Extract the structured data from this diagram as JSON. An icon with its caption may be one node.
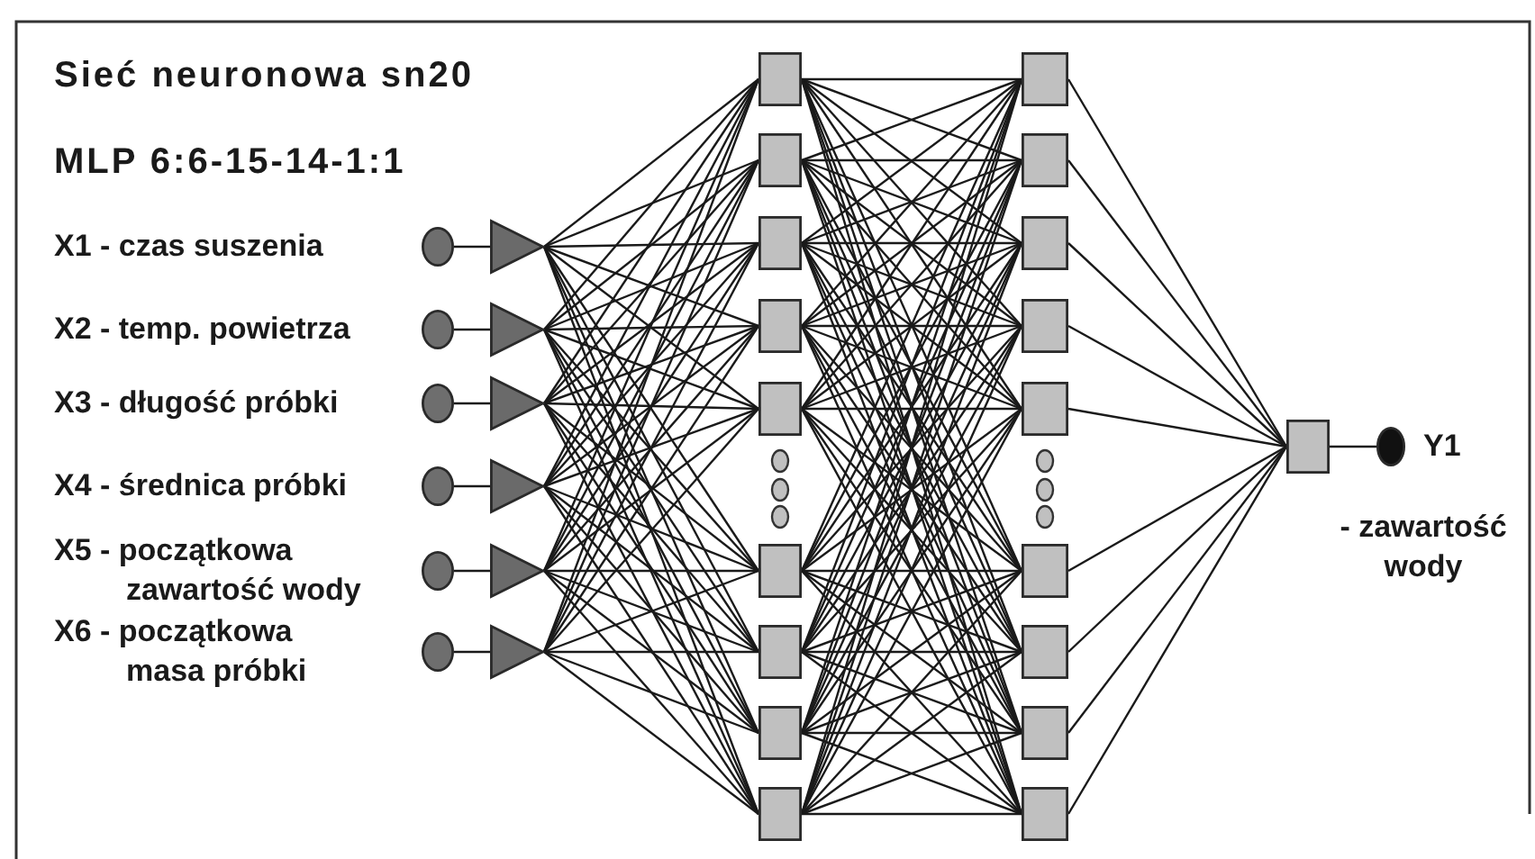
{
  "diagram": {
    "title": "Sieć neuronowa sn20",
    "nodes": [
      {
        "text": [],
        "shape": "circle",
        "beside": [
          "X1 - czas suszenia"
        ]
      },
      {
        "text": [],
        "shape": "circle",
        "beside": [
          "X2 - temp. powietrza"
        ]
      },
      {
        "text": [],
        "shape": "circle",
        "beside": [
          "X3 - długość próbki"
        ]
      },
      {
        "text": [],
        "shape": "circle",
        "beside": [
          "X4 - średnica próbki"
        ]
      },
      {
        "text": [],
        "shape": "circle",
        "beside": [
          "X5 - początkowa zawartość wody"
        ]
      },
      {
        "text": [],
        "shape": "circle",
        "beside": [
          "X6 - początkowa masa próbki"
        ]
      },
      {
        "text": [],
        "shape": "triangle"
      },
      {
        "text": [],
        "shape": "triangle"
      },
      {
        "text": [],
        "shape": "triangle"
      },
      {
        "text": [],
        "shape": "triangle"
      },
      {
        "text": [],
        "shape": "triangle"
      },
      {
        "text": [],
        "shape": "triangle"
      },
      {
        "text": [],
        "shape": "box"
      },
      {
        "text": [],
        "shape": "box"
      },
      {
        "text": [],
        "shape": "box"
      },
      {
        "text": [],
        "shape": "box"
      },
      {
        "text": [],
        "shape": "box"
      },
      {
        "text": [],
        "shape": "box"
      },
      {
        "text": [],
        "shape": "box"
      },
      {
        "text": [],
        "shape": "box"
      },
      {
        "text": [],
        "shape": "box"
      },
      {
        "text": [],
        "shape": "box"
      },
      {
        "text": [],
        "shape": "box"
      },
      {
        "text": [],
        "shape": "box"
      },
      {
        "text": [],
        "shape": "box"
      },
      {
        "text": [],
        "shape": "box"
      },
      {
        "text": [],
        "shape": "box"
      },
      {
        "text": [],
        "shape": "box"
      },
      {
        "text": [],
        "shape": "box"
      },
      {
        "text": [],
        "shape": "box"
      },
      {
        "text": [],
        "shape": "box"
      },
      {
        "text": [],
        "shape": "circle",
        "beside": [
          "Y1",
          "- zawartość wody"
        ]
      }
    ],
    "edges": [
      {
        "from": 0,
        "to": 6,
        "arrow": "none"
      },
      {
        "from": 1,
        "to": 7,
        "arrow": "none"
      },
      {
        "from": 2,
        "to": 8,
        "arrow": "none"
      },
      {
        "from": 3,
        "to": 9,
        "arrow": "none"
      },
      {
        "from": 4,
        "to": 10,
        "arrow": "none"
      },
      {
        "from": 5,
        "to": 11,
        "arrow": "none"
      },
      {
        "from": 6,
        "to": 12,
        "arrow": "none"
      },
      {
        "from": 6,
        "to": 13,
        "arrow": "none"
      },
      {
        "from": 6,
        "to": 14,
        "arrow": "none"
      },
      {
        "from": 6,
        "to": 15,
        "arrow": "none"
      },
      {
        "from": 6,
        "to": 16,
        "arrow": "none"
      },
      {
        "from": 6,
        "to": 17,
        "arrow": "none"
      },
      {
        "from": 6,
        "to": 18,
        "arrow": "none"
      },
      {
        "from": 6,
        "to": 19,
        "arrow": "none"
      },
      {
        "from": 6,
        "to": 20,
        "arrow": "none"
      },
      {
        "from": 7,
        "to": 12,
        "arrow": "none"
      },
      {
        "from": 7,
        "to": 13,
        "arrow": "none"
      },
      {
        "from": 7,
        "to": 14,
        "arrow": "none"
      },
      {
        "from": 7,
        "to": 15,
        "arrow": "none"
      },
      {
        "from": 7,
        "to": 16,
        "arrow": "none"
      },
      {
        "from": 7,
        "to": 17,
        "arrow": "none"
      },
      {
        "from": 7,
        "to": 18,
        "arrow": "none"
      },
      {
        "from": 7,
        "to": 19,
        "arrow": "none"
      },
      {
        "from": 7,
        "to": 20,
        "arrow": "none"
      },
      {
        "from": 8,
        "to": 12,
        "arrow": "none"
      },
      {
        "from": 8,
        "to": 13,
        "arrow": "none"
      },
      {
        "from": 8,
        "to": 14,
        "arrow": "none"
      },
      {
        "from": 8,
        "to": 15,
        "arrow": "none"
      },
      {
        "from": 8,
        "to": 16,
        "arrow": "none"
      },
      {
        "from": 8,
        "to": 17,
        "arrow": "none"
      },
      {
        "from": 8,
        "to": 18,
        "arrow": "none"
      },
      {
        "from": 8,
        "to": 19,
        "arrow": "none"
      },
      {
        "from": 8,
        "to": 20,
        "arrow": "none"
      },
      {
        "from": 9,
        "to": 12,
        "arrow": "none"
      },
      {
        "from": 9,
        "to": 13,
        "arrow": "none"
      },
      {
        "from": 9,
        "to": 14,
        "arrow": "none"
      },
      {
        "from": 9,
        "to": 15,
        "arrow": "none"
      },
      {
        "from": 9,
        "to": 16,
        "arrow": "none"
      },
      {
        "from": 9,
        "to": 17,
        "arrow": "none"
      },
      {
        "from": 9,
        "to": 18,
        "arrow": "none"
      },
      {
        "from": 9,
        "to": 19,
        "arrow": "none"
      },
      {
        "from": 9,
        "to": 20,
        "arrow": "none"
      },
      {
        "from": 10,
        "to": 12,
        "arrow": "none"
      },
      {
        "from": 10,
        "to": 13,
        "arrow": "none"
      },
      {
        "from": 10,
        "to": 14,
        "arrow": "none"
      },
      {
        "from": 10,
        "to": 15,
        "arrow": "none"
      },
      {
        "from": 10,
        "to": 16,
        "arrow": "none"
      },
      {
        "from": 10,
        "to": 17,
        "arrow": "none"
      },
      {
        "from": 10,
        "to": 18,
        "arrow": "none"
      },
      {
        "from": 10,
        "to": 19,
        "arrow": "none"
      },
      {
        "from": 10,
        "to": 20,
        "arrow": "none"
      },
      {
        "from": 11,
        "to": 12,
        "arrow": "none"
      },
      {
        "from": 11,
        "to": 13,
        "arrow": "none"
      },
      {
        "from": 11,
        "to": 14,
        "arrow": "none"
      },
      {
        "from": 11,
        "to": 15,
        "arrow": "none"
      },
      {
        "from": 11,
        "to": 16,
        "arrow": "none"
      },
      {
        "from": 11,
        "to": 17,
        "arrow": "none"
      },
      {
        "from": 11,
        "to": 18,
        "arrow": "none"
      },
      {
        "from": 11,
        "to": 19,
        "arrow": "none"
      },
      {
        "from": 11,
        "to": 20,
        "arrow": "none"
      },
      {
        "from": 12,
        "to": 21,
        "arrow": "none"
      },
      {
        "from": 12,
        "to": 22,
        "arrow": "none"
      },
      {
        "from": 12,
        "to": 23,
        "arrow": "none"
      },
      {
        "from": 12,
        "to": 24,
        "arrow": "none"
      },
      {
        "from": 12,
        "to": 25,
        "arrow": "none"
      },
      {
        "from": 12,
        "to": 26,
        "arrow": "none"
      },
      {
        "from": 12,
        "to": 27,
        "arrow": "none"
      },
      {
        "from": 12,
        "to": 28,
        "arrow": "none"
      },
      {
        "from": 12,
        "to": 29,
        "arrow": "none"
      },
      {
        "from": 13,
        "to": 21,
        "arrow": "none"
      },
      {
        "from": 13,
        "to": 22,
        "arrow": "none"
      },
      {
        "from": 13,
        "to": 23,
        "arrow": "none"
      },
      {
        "from": 13,
        "to": 24,
        "arrow": "none"
      },
      {
        "from": 13,
        "to": 25,
        "arrow": "none"
      },
      {
        "from": 13,
        "to": 26,
        "arrow": "none"
      },
      {
        "from": 13,
        "to": 27,
        "arrow": "none"
      },
      {
        "from": 13,
        "to": 28,
        "arrow": "none"
      },
      {
        "from": 13,
        "to": 29,
        "arrow": "none"
      },
      {
        "from": 14,
        "to": 21,
        "arrow": "none"
      },
      {
        "from": 14,
        "to": 22,
        "arrow": "none"
      },
      {
        "from": 14,
        "to": 23,
        "arrow": "none"
      },
      {
        "from": 14,
        "to": 24,
        "arrow": "none"
      },
      {
        "from": 14,
        "to": 25,
        "arrow": "none"
      },
      {
        "from": 14,
        "to": 26,
        "arrow": "none"
      },
      {
        "from": 14,
        "to": 27,
        "arrow": "none"
      },
      {
        "from": 14,
        "to": 28,
        "arrow": "none"
      },
      {
        "from": 14,
        "to": 29,
        "arrow": "none"
      },
      {
        "from": 15,
        "to": 21,
        "arrow": "none"
      },
      {
        "from": 15,
        "to": 22,
        "arrow": "none"
      },
      {
        "from": 15,
        "to": 23,
        "arrow": "none"
      },
      {
        "from": 15,
        "to": 24,
        "arrow": "none"
      },
      {
        "from": 15,
        "to": 25,
        "arrow": "none"
      },
      {
        "from": 15,
        "to": 26,
        "arrow": "none"
      },
      {
        "from": 15,
        "to": 27,
        "arrow": "none"
      },
      {
        "from": 15,
        "to": 28,
        "arrow": "none"
      },
      {
        "from": 15,
        "to": 29,
        "arrow": "none"
      },
      {
        "from": 16,
        "to": 21,
        "arrow": "none"
      },
      {
        "from": 16,
        "to": 22,
        "arrow": "none"
      },
      {
        "from": 16,
        "to": 23,
        "arrow": "none"
      },
      {
        "from": 16,
        "to": 24,
        "arrow": "none"
      },
      {
        "from": 16,
        "to": 25,
        "arrow": "none"
      },
      {
        "from": 16,
        "to": 26,
        "arrow": "none"
      },
      {
        "from": 16,
        "to": 27,
        "arrow": "none"
      },
      {
        "from": 16,
        "to": 28,
        "arrow": "none"
      },
      {
        "from": 16,
        "to": 29,
        "arrow": "none"
      },
      {
        "from": 17,
        "to": 21,
        "arrow": "none"
      },
      {
        "from": 17,
        "to": 22,
        "arrow": "none"
      },
      {
        "from": 17,
        "to": 23,
        "arrow": "none"
      },
      {
        "from": 17,
        "to": 24,
        "arrow": "none"
      },
      {
        "from": 17,
        "to": 25,
        "arrow": "none"
      },
      {
        "from": 17,
        "to": 26,
        "arrow": "none"
      },
      {
        "from": 17,
        "to": 27,
        "arrow": "none"
      },
      {
        "from": 17,
        "to": 28,
        "arrow": "none"
      },
      {
        "from": 17,
        "to": 29,
        "arrow": "none"
      },
      {
        "from": 18,
        "to": 21,
        "arrow": "none"
      },
      {
        "from": 18,
        "to": 22,
        "arrow": "none"
      },
      {
        "from": 18,
        "to": 23,
        "arrow": "none"
      },
      {
        "from": 18,
        "to": 24,
        "arrow": "none"
      },
      {
        "from": 18,
        "to": 25,
        "arrow": "none"
      },
      {
        "from": 18,
        "to": 26,
        "arrow": "none"
      },
      {
        "from": 18,
        "to": 27,
        "arrow": "none"
      },
      {
        "from": 18,
        "to": 28,
        "arrow": "none"
      },
      {
        "from": 18,
        "to": 29,
        "arrow": "none"
      },
      {
        "from": 19,
        "to": 21,
        "arrow": "none"
      },
      {
        "from": 19,
        "to": 22,
        "arrow": "none"
      },
      {
        "from": 19,
        "to": 23,
        "arrow": "none"
      },
      {
        "from": 19,
        "to": 24,
        "arrow": "none"
      },
      {
        "from": 19,
        "to": 25,
        "arrow": "none"
      },
      {
        "from": 19,
        "to": 26,
        "arrow": "none"
      },
      {
        "from": 19,
        "to": 27,
        "arrow": "none"
      },
      {
        "from": 19,
        "to": 28,
        "arrow": "none"
      },
      {
        "from": 19,
        "to": 29,
        "arrow": "none"
      },
      {
        "from": 20,
        "to": 21,
        "arrow": "none"
      },
      {
        "from": 20,
        "to": 22,
        "arrow": "none"
      },
      {
        "from": 20,
        "to": 23,
        "arrow": "none"
      },
      {
        "from": 20,
        "to": 24,
        "arrow": "none"
      },
      {
        "from": 20,
        "to": 25,
        "arrow": "none"
      },
      {
        "from": 20,
        "to": 26,
        "arrow": "none"
      },
      {
        "from": 20,
        "to": 27,
        "arrow": "none"
      },
      {
        "from": 20,
        "to": 28,
        "arrow": "none"
      },
      {
        "from": 20,
        "to": 29,
        "arrow": "none"
      },
      {
        "from": 21,
        "to": 30,
        "arrow": "none"
      },
      {
        "from": 22,
        "to": 30,
        "arrow": "none"
      },
      {
        "from": 23,
        "to": 30,
        "arrow": "none"
      },
      {
        "from": 24,
        "to": 30,
        "arrow": "none"
      },
      {
        "from": 25,
        "to": 30,
        "arrow": "none"
      },
      {
        "from": 26,
        "to": 30,
        "arrow": "none"
      },
      {
        "from": 27,
        "to": 30,
        "arrow": "none"
      },
      {
        "from": 28,
        "to": 30,
        "arrow": "none"
      },
      {
        "from": 29,
        "to": 30,
        "arrow": "none"
      },
      {
        "from": 30,
        "to": 31,
        "arrow": "none"
      }
    ],
    "labels": [
      "MLP 6:6-15-14-1:1"
    ]
  }
}
